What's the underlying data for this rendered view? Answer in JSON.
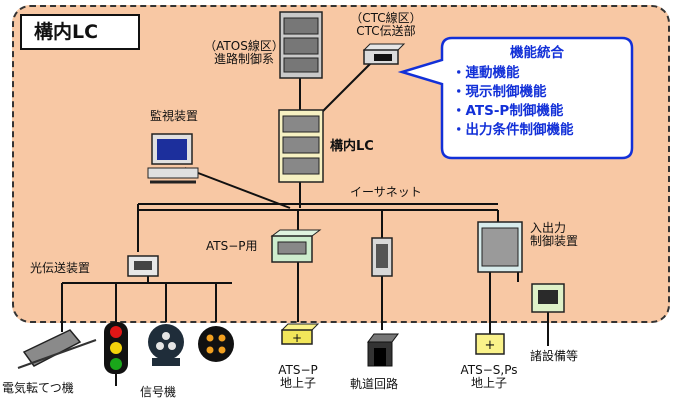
{
  "title": "構内LC",
  "callout": {
    "heading": "機能統合",
    "items": [
      "・連動機能",
      "・現示制御機能",
      "・ATS-P制御機能",
      "・出力条件制御機能"
    ]
  },
  "labels": {
    "atos": [
      "（ATOS線区）",
      "進路制御系"
    ],
    "ctc": [
      "（CTC線区）",
      "CTC伝送部"
    ],
    "monitor": "監視装置",
    "lc": "構内LC",
    "ethernet": "イーサネット",
    "ats_p_unit": "ATS−P用",
    "optical": "光伝送装置",
    "io": [
      "入出力",
      "制御装置"
    ],
    "point_machine": "電気転てつ機",
    "signal": "信号機",
    "ats_p_ground": [
      "ATS−P",
      "地上子"
    ],
    "track": "軌道回路",
    "ats_sps_ground": [
      "ATS−S,Ps",
      "地上子"
    ],
    "misc": "諸設備等"
  },
  "colors": {
    "area": "#f8c8a4",
    "callout_text": "#1230d8",
    "cabinet": "#c9c9c9",
    "device_green": "#cdeccd"
  }
}
